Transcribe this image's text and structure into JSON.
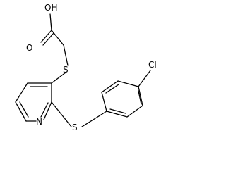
{
  "molecule": {
    "atoms": {
      "hydroxyl": "OH",
      "carbonyl_oxygen": "O",
      "sulfur_1": "S",
      "sulfur_2": "S",
      "ring_nitrogen": "N",
      "chlorine": "Cl"
    }
  }
}
